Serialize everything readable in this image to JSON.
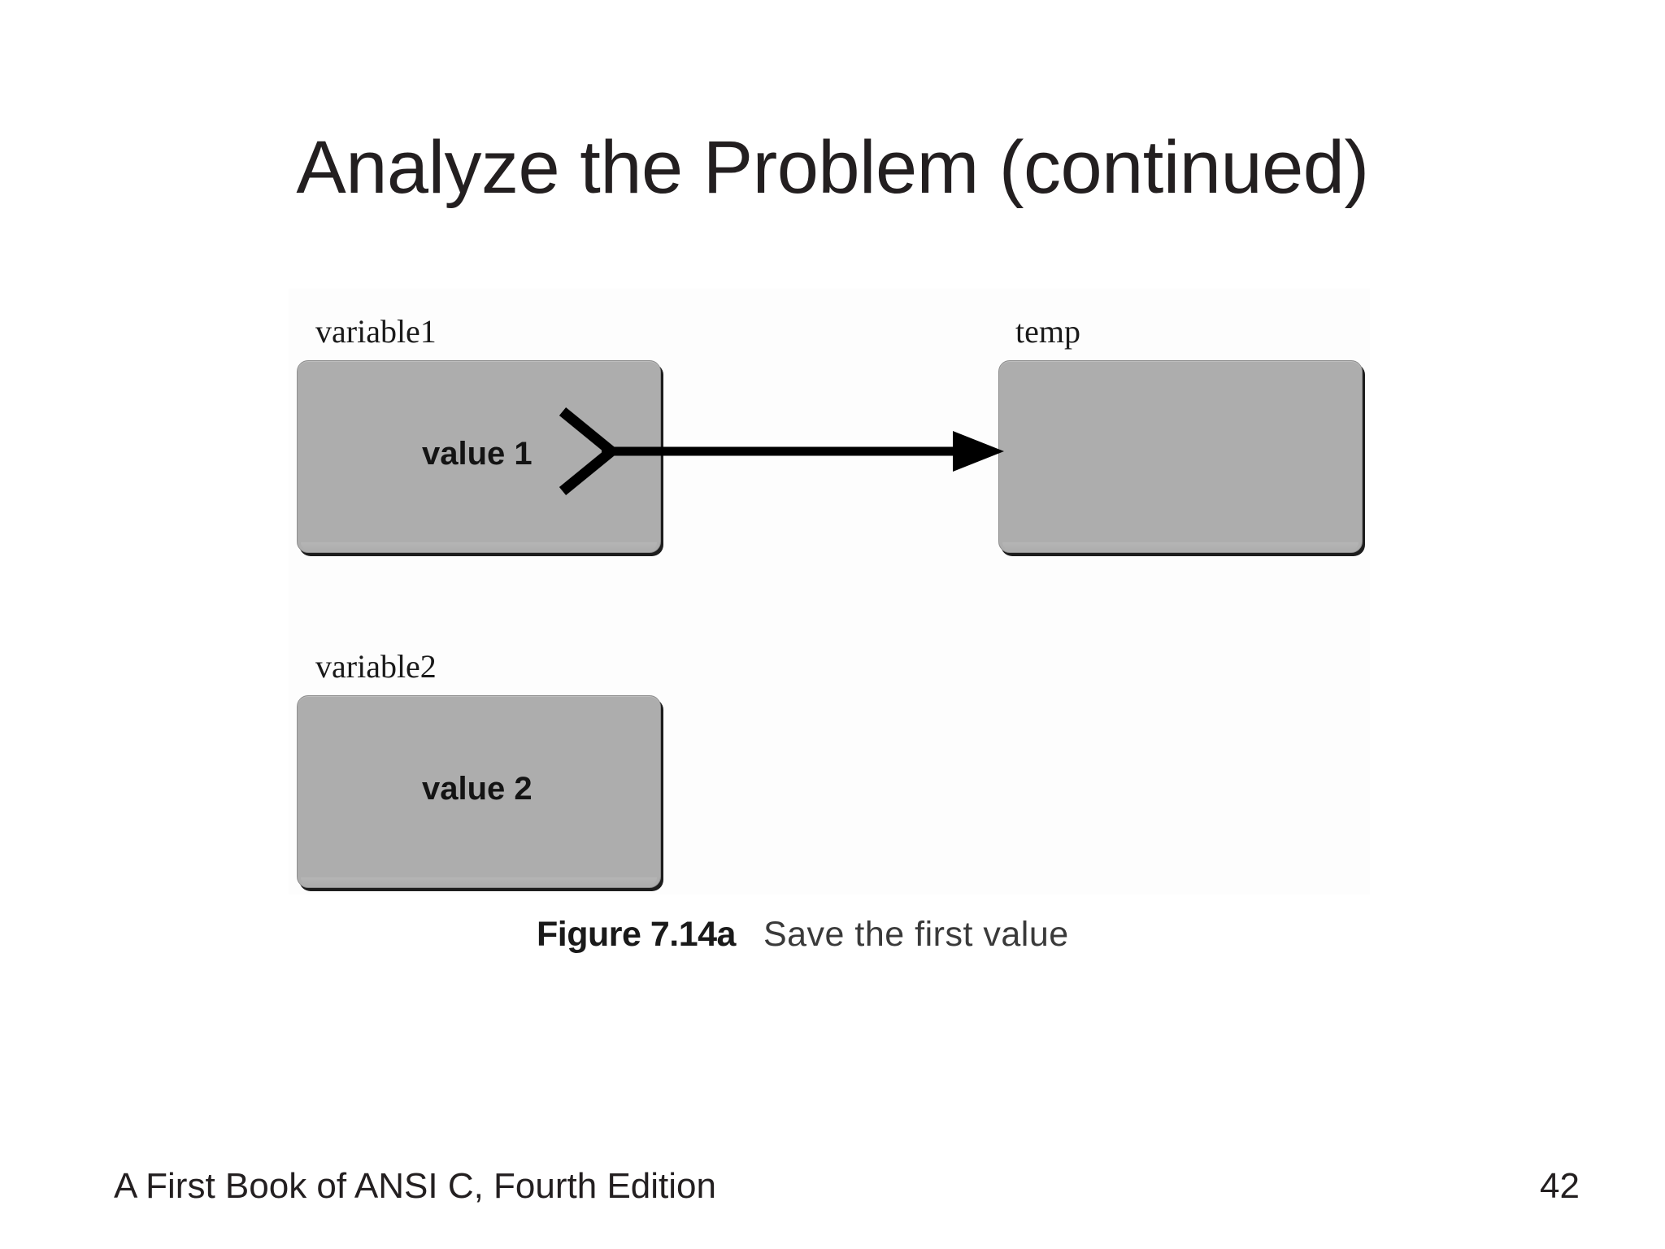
{
  "slide": {
    "title": "Analyze the Problem (continued)",
    "page_number": "42",
    "footer": "A First Book of ANSI C, Fourth Edition",
    "background_color": "#ffffff",
    "text_color": "#231f20"
  },
  "figure": {
    "caption_number": "Figure 7.14a",
    "caption_text": "Save the first value",
    "box_fill_color": "#adadad",
    "arrow_color": "#000000",
    "boxes": [
      {
        "id": "variable1",
        "label": "variable1",
        "value": "value 1",
        "empty": false
      },
      {
        "id": "temp",
        "label": "temp",
        "value": "",
        "empty": true
      },
      {
        "id": "variable2",
        "label": "variable2",
        "value": "value 2",
        "empty": false
      }
    ],
    "arrow": {
      "name": "value-transfer-arrow",
      "from": "variable1",
      "to": "temp",
      "direction": "right"
    }
  }
}
